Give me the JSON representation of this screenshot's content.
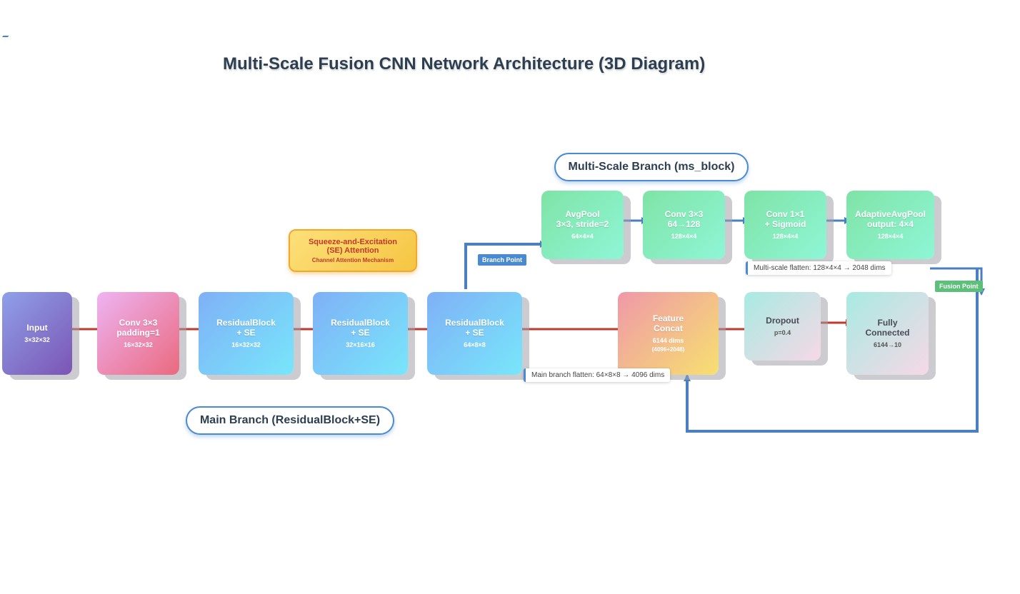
{
  "title": "Multi-Scale Fusion CNN Network Architecture (3D Diagram)",
  "labels": {
    "main_branch": "Main Branch (ResidualBlock+SE)",
    "ms_branch": "Multi-Scale Branch (ms_block)",
    "branch_point": "Branch Point",
    "fusion_point": "Fusion Point",
    "main_flatten": "Main branch flatten: 64×8×8 → 4096 dims",
    "ms_flatten": "Multi-scale flatten: 128×4×4 → 2048 dims"
  },
  "se_box": {
    "title": "Squeeze-and-Excitation\n(SE) Attention",
    "subtitle": "Channel Attention Mechanism"
  },
  "main_nodes": [
    {
      "title": "Input",
      "shape": "3×32×32"
    },
    {
      "title": "Conv 3×3\npadding=1",
      "shape": "16×32×32"
    },
    {
      "title": "ResidualBlock\n+ SE",
      "shape": "16×32×32"
    },
    {
      "title": "ResidualBlock\n+ SE",
      "shape": "32×16×16"
    },
    {
      "title": "ResidualBlock\n+ SE",
      "shape": "64×8×8"
    }
  ],
  "ms_nodes": [
    {
      "title": "AvgPool\n3×3, stride=2",
      "shape": "64×4×4"
    },
    {
      "title": "Conv 3×3\n64→128",
      "shape": "128×4×4"
    },
    {
      "title": "Conv 1×1\n+ Sigmoid",
      "shape": "128×4×4"
    },
    {
      "title": "AdaptiveAvgPool\noutput: 4×4",
      "shape": "128×4×4"
    }
  ],
  "concat": {
    "title": "Feature\nConcat",
    "shape": "6144 dims",
    "detail": "(4096+2048)"
  },
  "dropout": {
    "title": "Dropout",
    "shape": "p=0.4"
  },
  "fc": {
    "title": "Fully\nConnected",
    "shape": "6144→10"
  },
  "colors": {
    "main_arrow": "#c0392b",
    "branch_arrow": "#4a7fc1",
    "branch_tag": "#4a8ad0",
    "fusion_tag": "#5cc07a"
  }
}
